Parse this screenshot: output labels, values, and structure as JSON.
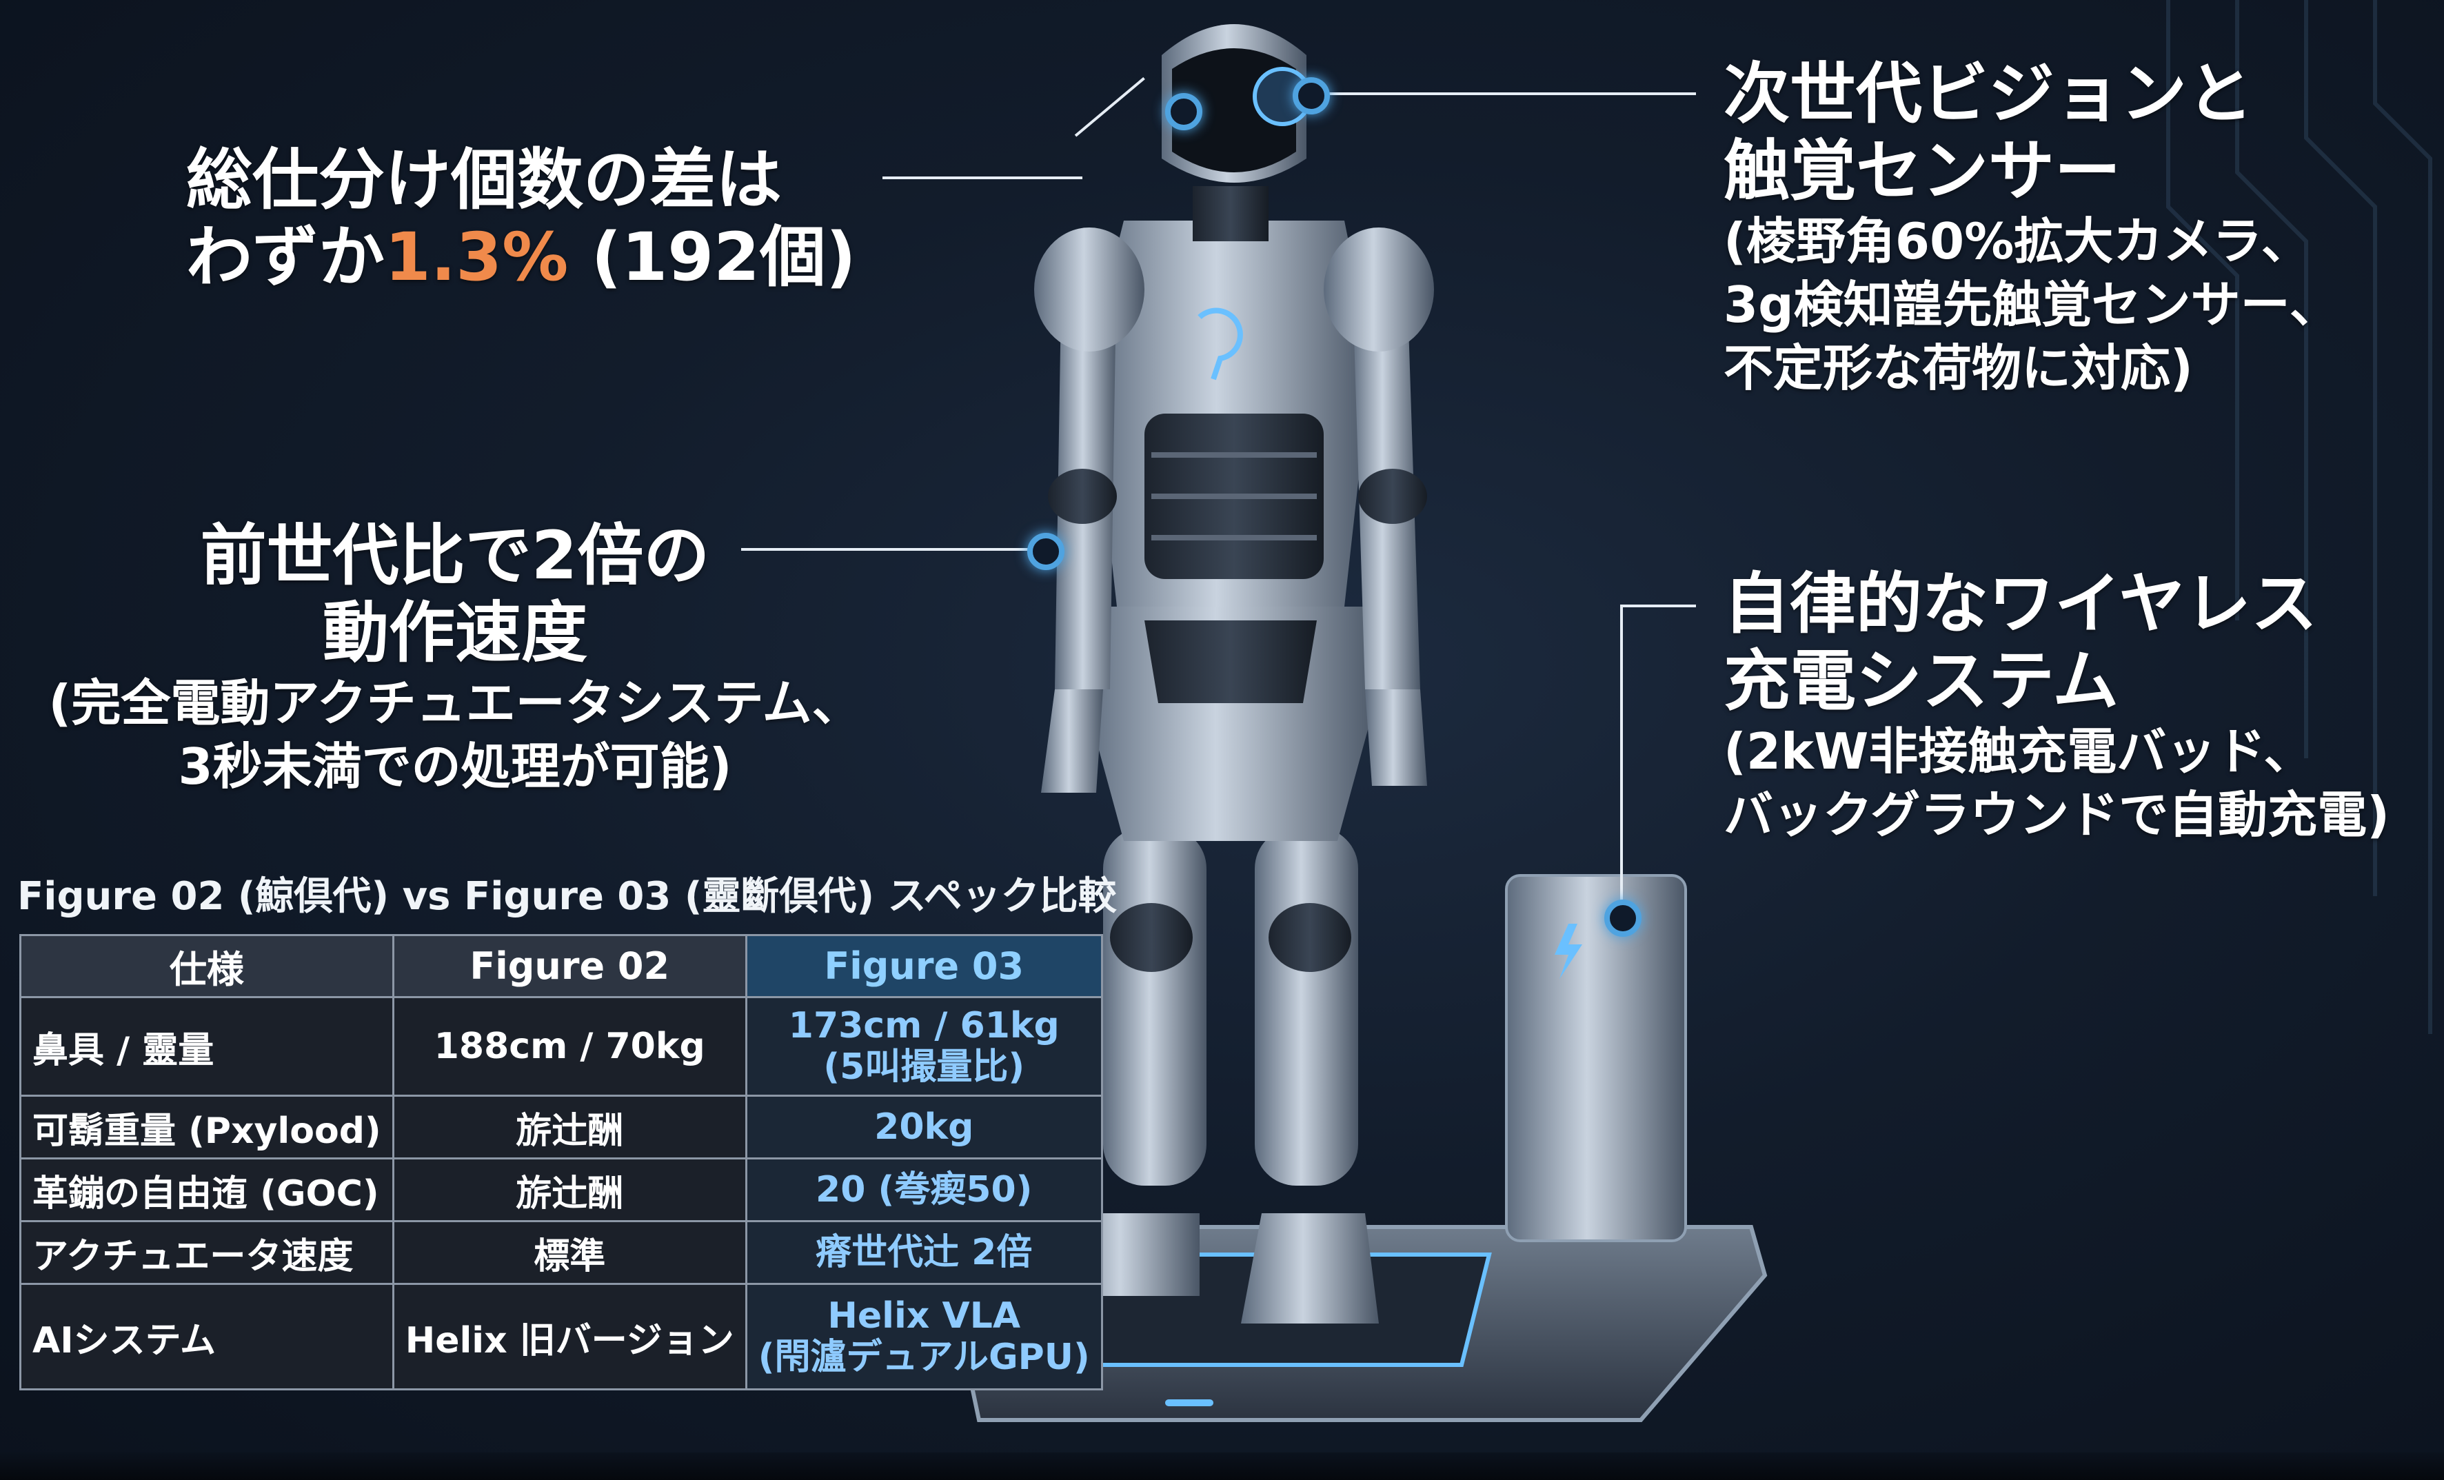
{
  "callouts": {
    "sorting": {
      "line1": "総仕分け個数の差は",
      "line2_pre": "わずか",
      "line2_accent": "1.3%",
      "line2_post": " (192個)"
    },
    "vision": {
      "title1": "次世代ビジョンと",
      "title2": "触覚センサー",
      "desc1": "(棱野角60%拡大カメラ、",
      "desc2": "3g検知韹先触覚センサー、",
      "desc3": "不定形な荷物に対応)"
    },
    "speed": {
      "title1": "前世代比で2倍の",
      "title2": "動作速度",
      "desc1": "(完全電動アクチュエータシステム、",
      "desc2": "3秒未満での処理が可能)"
    },
    "charging": {
      "title1": "自律的なワイヤレス",
      "title2": "充電システム",
      "desc1": "(2kW非接触充電バッド、",
      "desc2": "バックグラウンドで自動充電)"
    }
  },
  "table": {
    "title": "Figure 02 (鯨倶代) vs Figure 03 (靈斷倶代) スペック比較",
    "headers": [
      "仕様",
      "Figure 02",
      "Figure 03"
    ],
    "rows": [
      {
        "spec": "鼻具 / 靈量",
        "f02": "188cm / 70kg",
        "f03_1": "173cm / 61kg",
        "f03_2": "(5叫撮量比)"
      },
      {
        "spec": "可鬍重量 (Pxylood)",
        "f02": "旂辻酬",
        "f03_1": "20kg",
        "f03_2": ""
      },
      {
        "spec": "革鏰の自由迶 (GOC)",
        "f02": "旂辻酬",
        "f03_1": "20 (弮瘈50)",
        "f03_2": ""
      },
      {
        "spec": "アクチュエータ速度",
        "f02": "標準",
        "f03_1": "瘠世代辻 2倍",
        "f03_2": ""
      },
      {
        "spec": "AIシステム",
        "f02": "Helix 旧バージョン",
        "f03_1": "Helix VLA",
        "f03_2": "(閇瀘デュアルGPU)"
      }
    ]
  },
  "colors": {
    "accent": "#f08a4b",
    "highlight": "#4fa3e0",
    "background": "#121c2b"
  },
  "icons": {
    "charger": "lightning-bolt-icon",
    "chest": "figure-logo-icon"
  }
}
